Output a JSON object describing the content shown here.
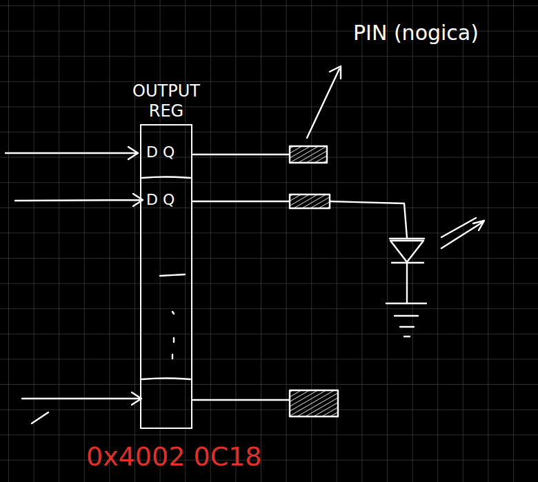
{
  "diagram": {
    "nodes": [
      {
        "text": [
          "OUTPUT REG"
        ]
      }
    ],
    "labels": [
      "D Q",
      "D Q",
      "PIN (nogica)",
      "0x4002 0C18"
    ]
  }
}
